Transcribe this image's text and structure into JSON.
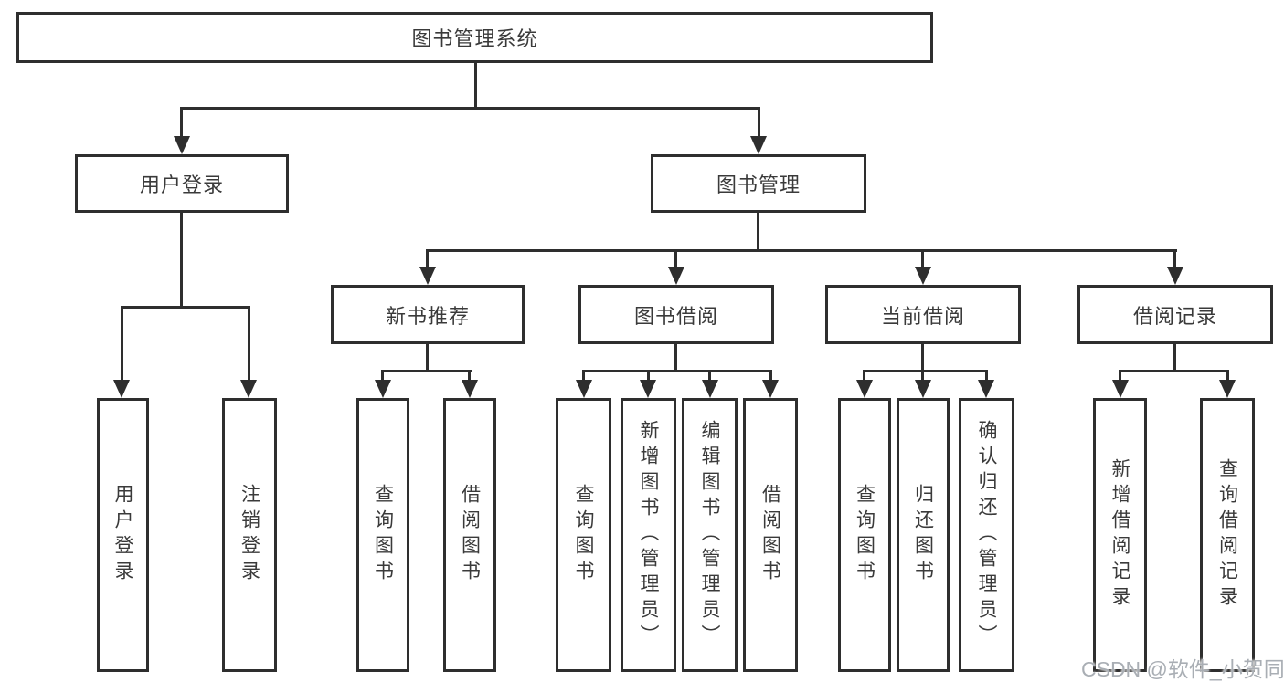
{
  "tree": {
    "label": "图书管理系统",
    "children": [
      {
        "label": "用户登录",
        "children": [
          {
            "label": "用户登录"
          },
          {
            "label": "注销登录"
          }
        ]
      },
      {
        "label": "图书管理",
        "children": [
          {
            "label": "新书推荐",
            "children": [
              {
                "label": "查询图书"
              },
              {
                "label": "借阅图书"
              }
            ]
          },
          {
            "label": "图书借阅",
            "children": [
              {
                "label": "查询图书"
              },
              {
                "label": "新增图书（管理员）"
              },
              {
                "label": "编辑图书（管理员）"
              },
              {
                "label": "借阅图书"
              }
            ]
          },
          {
            "label": "当前借阅",
            "children": [
              {
                "label": "查询图书"
              },
              {
                "label": "归还图书"
              },
              {
                "label": "确认归还（管理员）"
              }
            ]
          },
          {
            "label": "借阅记录",
            "children": [
              {
                "label": "新增借阅记录"
              },
              {
                "label": "查询借阅记录"
              }
            ]
          }
        ]
      }
    ]
  },
  "watermark": {
    "text": "CSDN @软件_小贺同学"
  },
  "colors": {
    "line": "#2e2e2e",
    "text": "#3a3a3a",
    "watermark": "#a9aeb4",
    "background": "#ffffff"
  }
}
